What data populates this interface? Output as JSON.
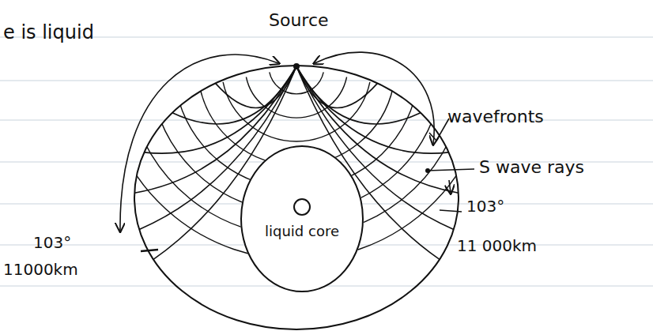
{
  "diagram": {
    "nodes": [
      {
        "text": [
          "liquid core"
        ]
      }
    ],
    "labels": [
      "e is liquid",
      "Source",
      "wavefronts",
      "S wave rays",
      "103°",
      "11 000km",
      "103°",
      "11000km"
    ]
  }
}
